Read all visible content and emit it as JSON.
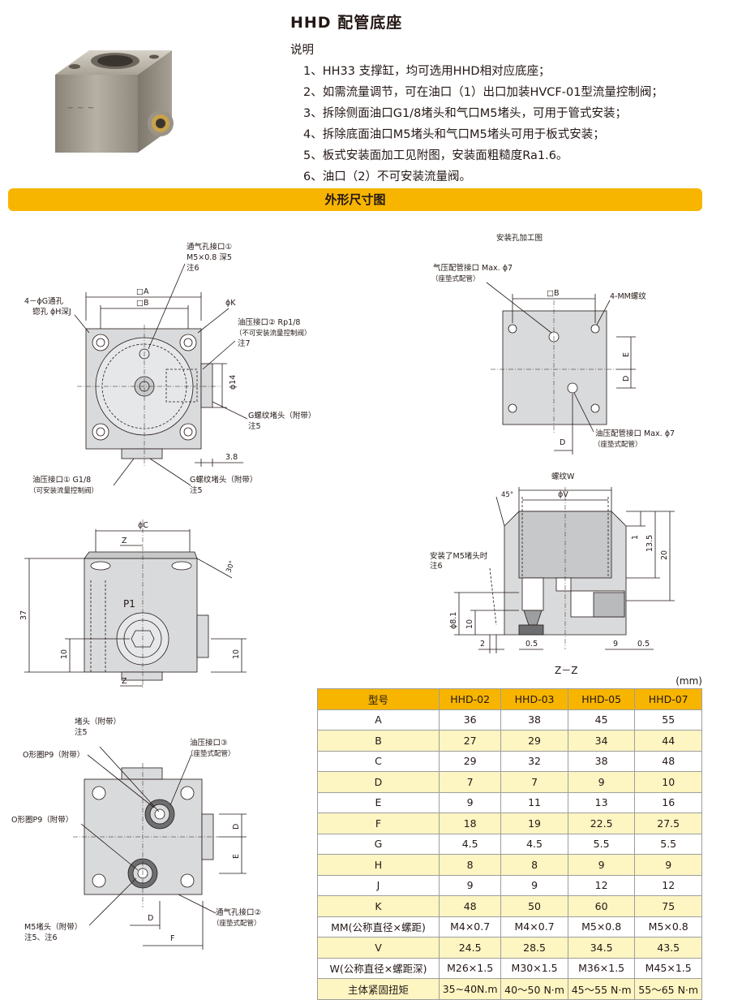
{
  "title": "HHD 配管底座",
  "notes": {
    "heading": "说明",
    "items": [
      "1、HH33 支撑缸，均可选用HHD相对应底座；",
      "2、如需流量调节，可在油口（1）出口加装HVCF-01型流量控制阀；",
      "3、拆除侧面油口G1/8堵头和气口M5堵头，可用于管式安装；",
      "4、拆除底面油口M5堵头和气口M5堵头可用于板式安装；",
      "5、板式安装面加工见附图，安装面粗糙度Ra1.6。",
      "6、油口（2）不可安装流量阀。"
    ]
  },
  "banner": "外形尺寸图",
  "drawing": {
    "top_view": {
      "vent": "通气孔接口①",
      "vent2": "M5×0.8 深5",
      "vent3": "注6",
      "dimA": "□A",
      "dimB": "□B",
      "phiK": "ϕK",
      "holes1": "4－ϕG通孔",
      "holes2": "锪孔 ϕH深J",
      "oil2a": "油压接口② Rp1/8",
      "oil2b": "（不可安装流量控制阀）",
      "oil2c": "注7",
      "phi14": "ϕ14",
      "plug1": "G螺纹堵头（附带）",
      "plug1n": "注5",
      "d38": "3.8",
      "oil1a": "油压接口① G1/8",
      "oil1b": "（可安装流量控制阀）",
      "plug2": "G螺纹堵头（附带）",
      "plug2n": "注5"
    },
    "side_view": {
      "phiC": "ϕC",
      "z": "Z",
      "angle": "30°",
      "p1": "P1",
      "h37": "37",
      "h10a": "10",
      "h10b": "10"
    },
    "bottom_view": {
      "plug": "堵头（附带）",
      "plugn": "注5",
      "oring1": "O形圈P9（附带）",
      "oil3a": "油压接口③",
      "oil3b": "（座垫式配管）",
      "oring2": "O形圈P9（附带）",
      "dimD": "D",
      "dimE": "E",
      "vent2a": "通气孔接口②",
      "vent2b": "（座垫式配管）",
      "m5a": "M5堵头（附带）",
      "m5b": "注5、注6",
      "dimD2": "D",
      "dimF": "F"
    },
    "mount_view": {
      "title": "安装孔加工图",
      "air1": "气压配管接口 Max. ϕ7",
      "air2": "（座垫式配管）",
      "dimB": "□B",
      "mm": "4-MM螺纹",
      "dimE": "E",
      "dimD": "D",
      "oil1": "油压配管接口 Max. ϕ7",
      "oil2": "（座垫式配管）",
      "dimD2": "D"
    },
    "section_view": {
      "w": "螺纹W",
      "angle": "45°",
      "v": "ϕV",
      "d1": "1",
      "d135": "13.5",
      "d20": "20",
      "note1": "安装了M5堵头时",
      "note2": "注6",
      "d81": "ϕ8.1",
      "d10": "10",
      "d2": "2",
      "d05a": "0.5",
      "d9": "9",
      "d05b": "0.5",
      "label": "Z－Z"
    }
  },
  "table": {
    "unit": "(mm)",
    "headers": [
      "型号",
      "HHD-02",
      "HHD-03",
      "HHD-05",
      "HHD-07"
    ],
    "rows": [
      [
        "A",
        "36",
        "38",
        "45",
        "55"
      ],
      [
        "B",
        "27",
        "29",
        "34",
        "44"
      ],
      [
        "C",
        "29",
        "32",
        "38",
        "48"
      ],
      [
        "D",
        "7",
        "7",
        "9",
        "10"
      ],
      [
        "E",
        "9",
        "11",
        "13",
        "16"
      ],
      [
        "F",
        "18",
        "19",
        "22.5",
        "27.5"
      ],
      [
        "G",
        "4.5",
        "4.5",
        "5.5",
        "5.5"
      ],
      [
        "H",
        "8",
        "8",
        "9",
        "9"
      ],
      [
        "J",
        "9",
        "9",
        "12",
        "12"
      ],
      [
        "K",
        "48",
        "50",
        "60",
        "75"
      ],
      [
        "MM(公称直径×螺距)",
        "M4×0.7",
        "M4×0.7",
        "M5×0.8",
        "M5×0.8"
      ],
      [
        "V",
        "24.5",
        "28.5",
        "34.5",
        "43.5"
      ],
      [
        "W(公称直径×螺距深)",
        "M26×1.5",
        "M30×1.5",
        "M36×1.5",
        "M45×1.5"
      ],
      [
        "主体紧固扭矩",
        "35~40N.m",
        "40～50 N·m",
        "45～55 N·m",
        "55～65 N·m"
      ]
    ]
  }
}
